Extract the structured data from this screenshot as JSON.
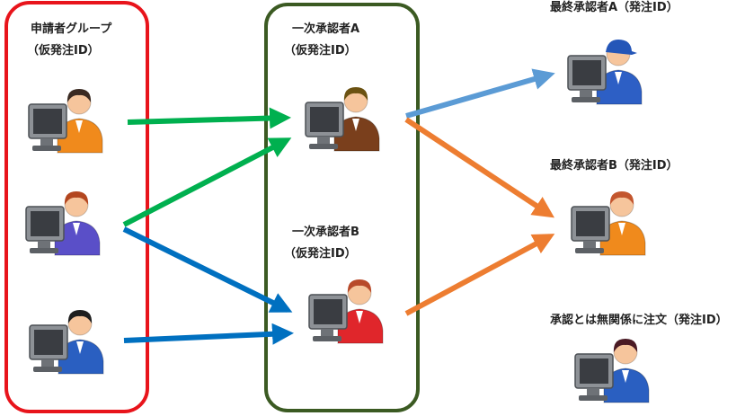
{
  "groups": {
    "applicants": {
      "title": "申請者グループ",
      "subtitle": "（仮発注ID）",
      "border": "#e8141b"
    },
    "first_approvers": {
      "border": "#3b5a22"
    }
  },
  "approvers": {
    "first_a": {
      "title": "一次承認者A",
      "subtitle": "（仮発注ID）"
    },
    "first_b": {
      "title": "一次承認者B",
      "subtitle": "（仮発注ID）"
    },
    "final_a": {
      "title": "最終承認者A（発注ID）"
    },
    "final_b": {
      "title": "最終承認者B（発注ID）"
    },
    "unrelated": {
      "title": "承認とは無関係に注文（発注ID）"
    }
  },
  "colors": {
    "green": "#00b04f",
    "blue": "#0070c0",
    "lightblue": "#5b9bd5",
    "orange": "#ed7d31"
  },
  "icons": {
    "applicant_1": {
      "icon": "user-computer-icon",
      "shirt": "#f08a1c",
      "hair": "#3a2a22"
    },
    "applicant_2": {
      "icon": "user-computer-icon",
      "shirt": "#5a4fc8",
      "hair": "#b3461f"
    },
    "applicant_3": {
      "icon": "user-computer-icon",
      "shirt": "#2a5fc1",
      "hair": "#1e1e1e"
    },
    "first_a": {
      "icon": "user-computer-icon",
      "shirt": "#7a3f1c",
      "hair": "#6b5212"
    },
    "first_b": {
      "icon": "user-computer-icon",
      "shirt": "#e0262b",
      "hair": "#b84a2a"
    },
    "final_a": {
      "icon": "user-computer-cap-icon",
      "shirt": "#2d5fc5",
      "hair": "#2456b8"
    },
    "final_b": {
      "icon": "user-computer-icon",
      "shirt": "#f08a1c",
      "hair": "#c3562e"
    },
    "unrelated": {
      "icon": "user-computer-icon",
      "shirt": "#2a5fc1",
      "hair": "#4a1a24"
    }
  }
}
